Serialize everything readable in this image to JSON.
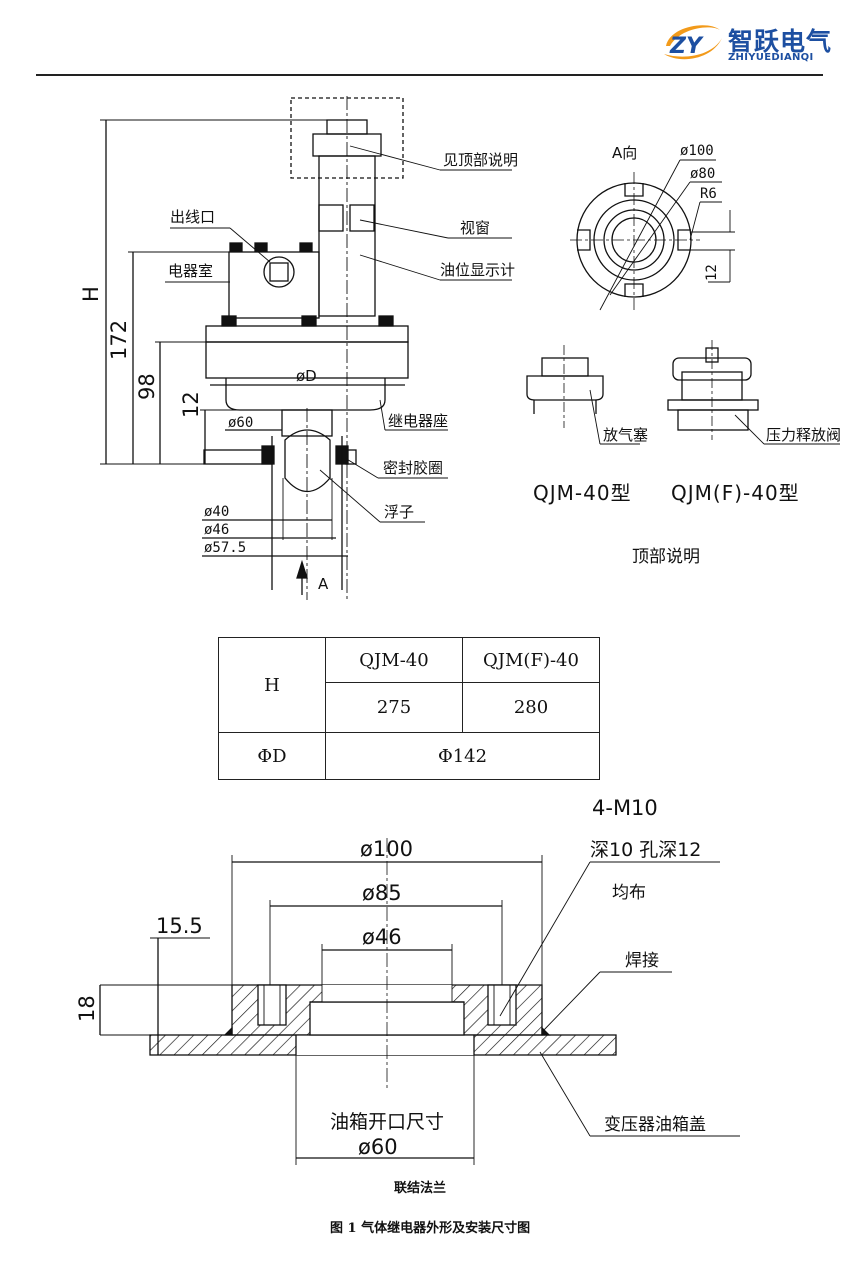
{
  "logo": {
    "cn": "智跃电气",
    "en": "ZHIYUEDIANQI",
    "mark": "ZY",
    "colors": {
      "blue": "#1d4fa1",
      "orange": "#f29a1a"
    }
  },
  "top_drawing": {
    "labels": {
      "see_top": "见顶部说明",
      "outlet": "出线口",
      "window": "视窗",
      "electric_room": "电器室",
      "oil_indicator": "油位显示计",
      "relay_base": "继电器座",
      "seal_ring": "密封胶圈",
      "float": "浮子"
    },
    "dims": {
      "H": "H",
      "d172": "172",
      "d98": "98",
      "d12": "12",
      "phiD": "øD",
      "d60": "ø60",
      "d40": "ø40",
      "d46": "ø46",
      "d57": "ø57.5",
      "view_A": "A"
    }
  },
  "a_view": {
    "title": "A向",
    "d100": "ø100",
    "d80": "ø80",
    "r6": "R6",
    "d12": "12"
  },
  "top_detail": {
    "vent_plug": "放气塞",
    "relief_valve": "压力释放阀",
    "model1": "QJM-40型",
    "model2": "QJM(F)-40型",
    "title": "顶部说明"
  },
  "table": {
    "h_label": "H",
    "col1": "QJM-40",
    "col2": "QJM(F)-40",
    "v1": "275",
    "v2": "280",
    "d_label": "ΦD",
    "d_value": "Φ142"
  },
  "flange": {
    "holes": "4-M10",
    "depth": "深10 孔深12",
    "even": "均布",
    "weld": "焊接",
    "d100": "ø100",
    "d85": "ø85",
    "d46": "ø46",
    "d155": "15.5",
    "d18": "18",
    "opening_label": "油箱开口尺寸",
    "opening_value": "ø60",
    "tank_cover": "变压器油箱盖",
    "caption": "联结法兰"
  },
  "figure_caption": "图 1 气体继电器外形及安装尺寸图"
}
